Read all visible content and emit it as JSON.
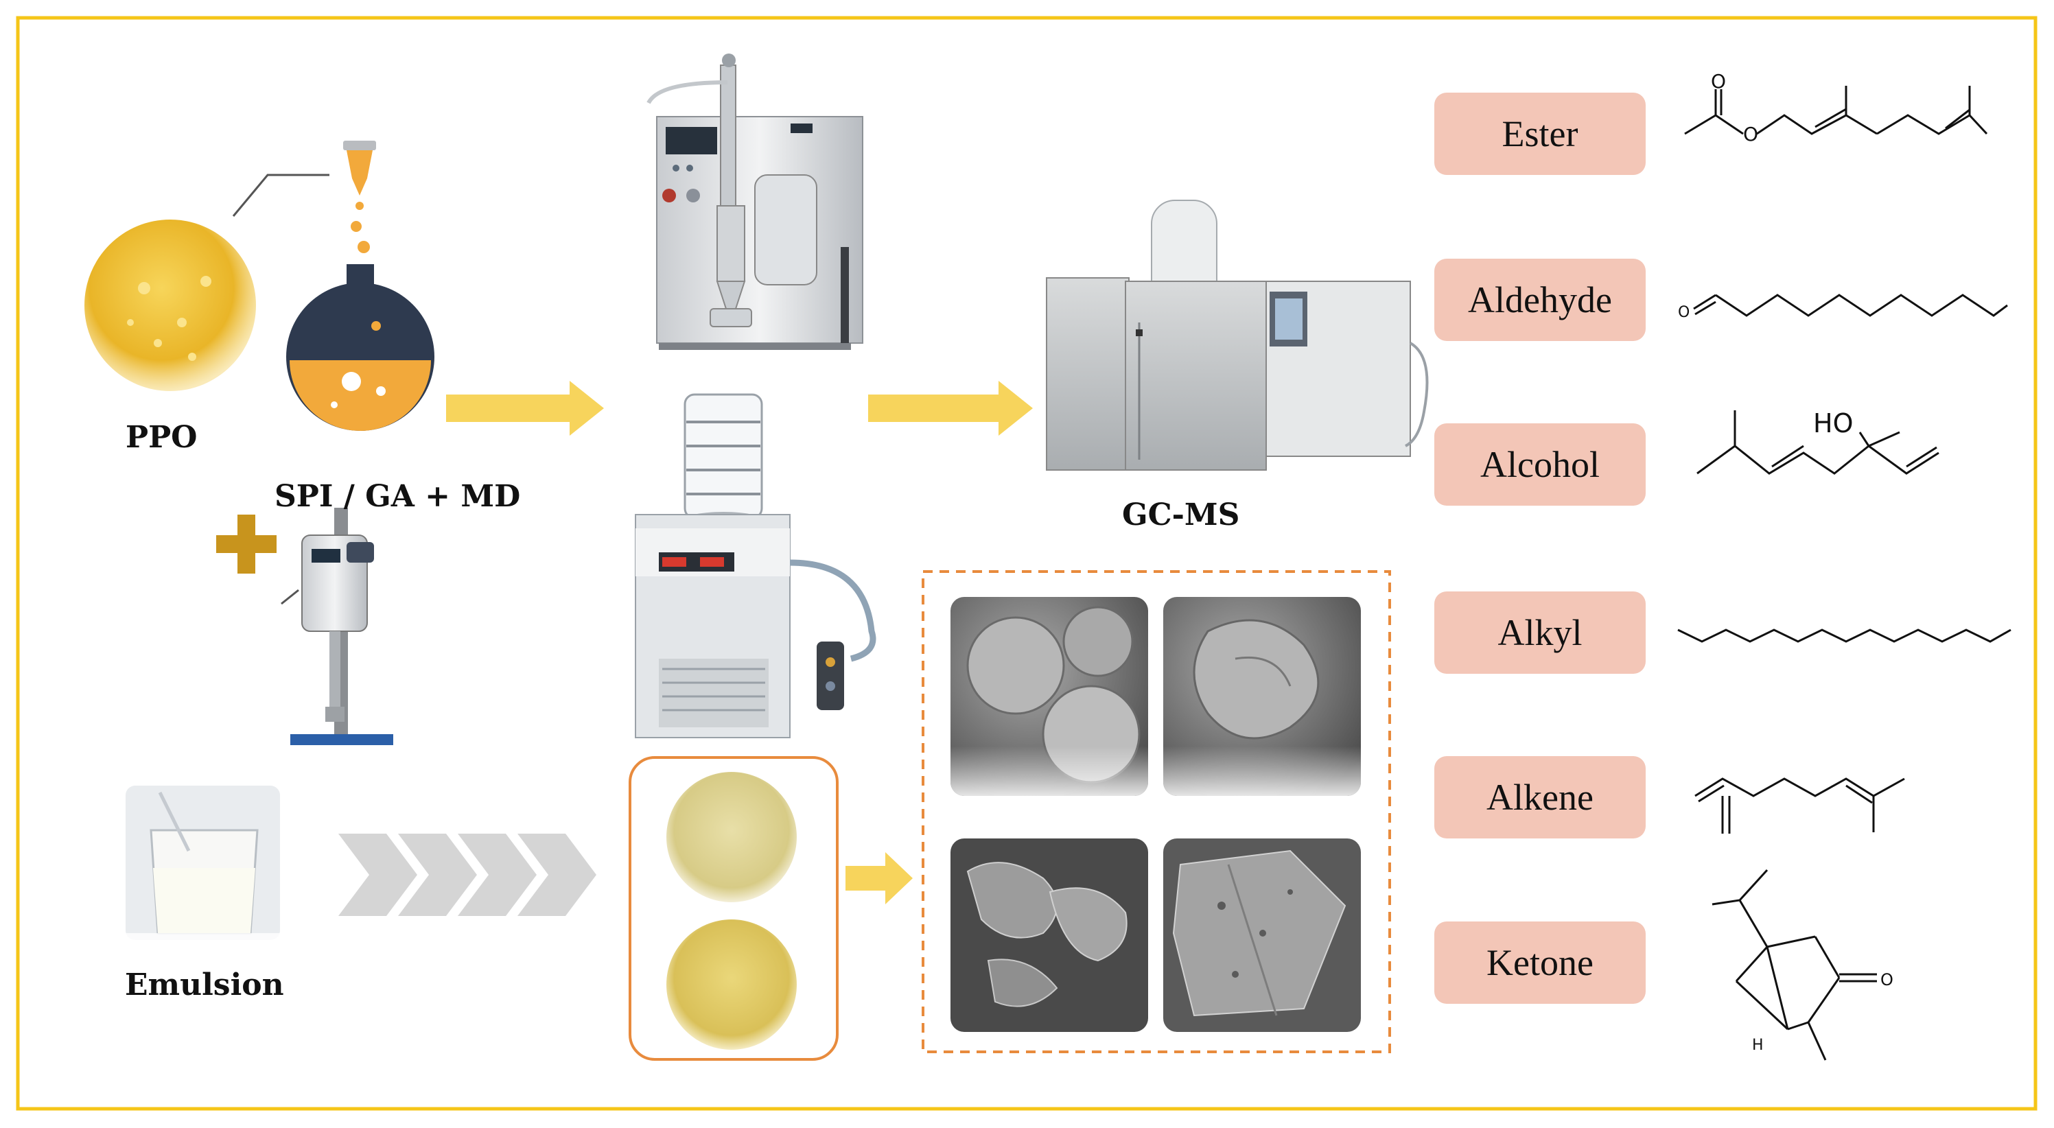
{
  "frame_color": "#f5c518",
  "accent_arrow_color": "#f7d45c",
  "labels": {
    "ppo": "PPO",
    "spi": "SPI / GA + MD",
    "emulsion": "Emulsion",
    "gcms": "GC-MS"
  },
  "compound_classes": [
    {
      "label": "Ester",
      "structure_text": "O"
    },
    {
      "label": "Aldehyde",
      "structure_text": "O"
    },
    {
      "label": "Alcohol",
      "structure_text": "HO"
    },
    {
      "label": "Alkyl",
      "structure_text": ""
    },
    {
      "label": "Alkene",
      "structure_text": ""
    },
    {
      "label": "Ketone",
      "structure_text": "O"
    }
  ],
  "ketone_h_label": "H"
}
